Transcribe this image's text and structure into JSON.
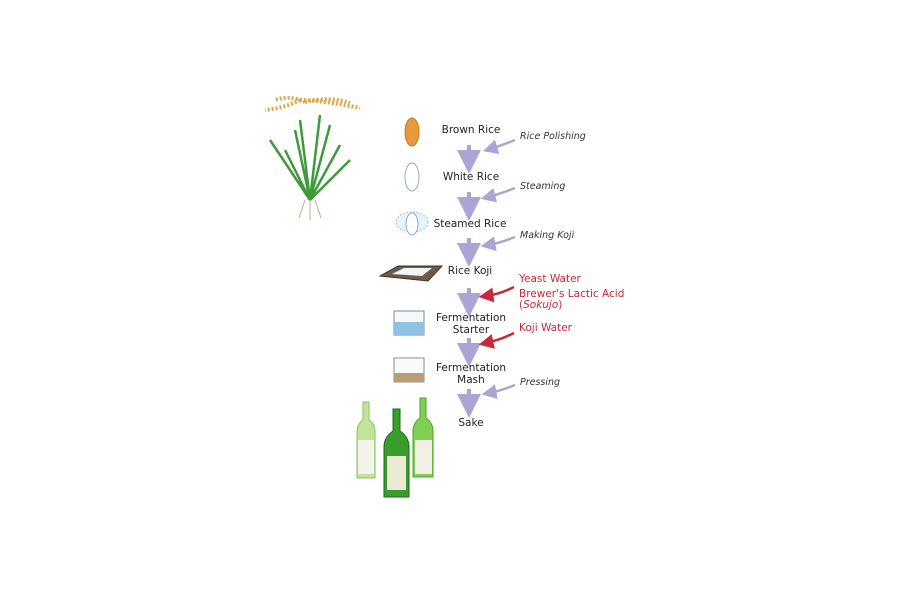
{
  "steps": {
    "brown_rice": "Brown Rice",
    "white_rice": "White Rice",
    "steamed_rice": "Steamed Rice",
    "rice_koji": "Rice Koji",
    "fermentation_starter_1": "Fermentation",
    "fermentation_starter_2": "Starter",
    "fermentation_mash_1": "Fermentation",
    "fermentation_mash_2": "Mash",
    "sake": "Sake"
  },
  "processes": {
    "rice_polishing": "Rice Polishing",
    "steaming": "Steaming",
    "making_koji": "Making Koji",
    "pressing": "Pressing"
  },
  "additions": {
    "yeast_water": "Yeast  Water",
    "lactic_acid": "Brewer's Lactic Acid",
    "sokujo_open": "(",
    "sokujo": "Sokujo",
    "sokujo_close": ")",
    "koji_water": "Koji  Water"
  },
  "colors": {
    "flow_arrow": "#a9a6d6",
    "addition_arrow": "#c8283a",
    "addition_text": "#c8283a"
  }
}
